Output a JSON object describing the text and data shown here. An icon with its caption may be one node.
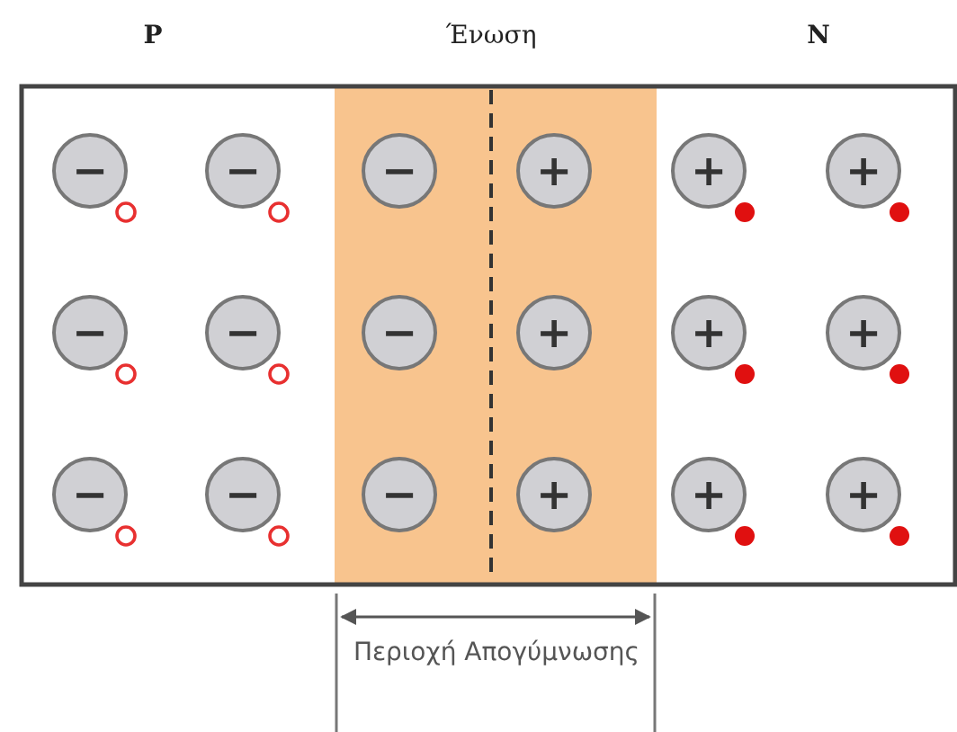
{
  "diagram": {
    "nodes": [
      {
        "text": [
          "−"
        ]
      },
      {
        "text": [
          "−"
        ]
      },
      {
        "text": [
          "−"
        ]
      },
      {
        "text": [
          "+"
        ]
      },
      {
        "text": [
          "+"
        ]
      },
      {
        "text": [
          "+"
        ]
      },
      {
        "text": [
          "−"
        ]
      },
      {
        "text": [
          "−"
        ]
      },
      {
        "text": [
          "−"
        ]
      },
      {
        "text": [
          "+"
        ]
      },
      {
        "text": [
          "+"
        ]
      },
      {
        "text": [
          "+"
        ]
      },
      {
        "text": [
          "−"
        ]
      },
      {
        "text": [
          "−"
        ]
      },
      {
        "text": [
          "−"
        ]
      },
      {
        "text": [
          "+"
        ]
      },
      {
        "text": [
          "+"
        ]
      },
      {
        "text": [
          "+"
        ]
      }
    ],
    "labels": [
      "P",
      "Ένωση",
      "N",
      "Περιοχή Απογύμνωσης"
    ]
  }
}
